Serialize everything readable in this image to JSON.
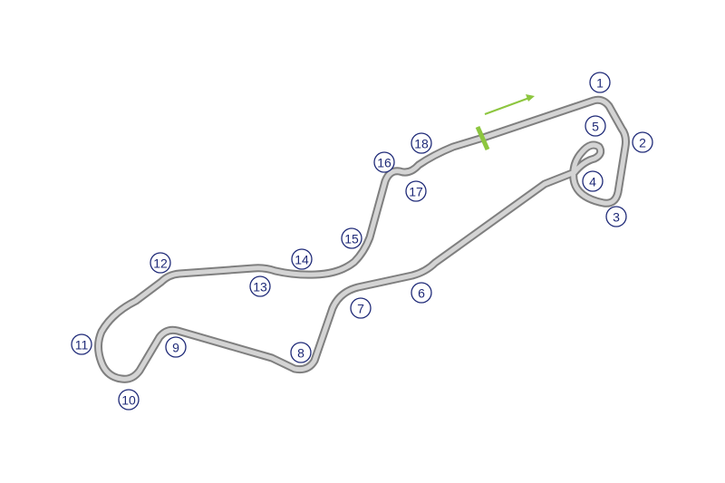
{
  "colors": {
    "track_outline": "#7f7f7f",
    "track_surface": "#d4d4d4",
    "start_finish_line": "#8dc63f",
    "direction_arrow": "#8dc63f",
    "turn_marker": "#1f2a78",
    "background": "#ffffff"
  },
  "map": {
    "start_finish": "start-finish-line",
    "direction": "clockwise",
    "turns": [
      {
        "id": "t1",
        "label": "1"
      },
      {
        "id": "t2",
        "label": "2"
      },
      {
        "id": "t3",
        "label": "3"
      },
      {
        "id": "t4",
        "label": "4"
      },
      {
        "id": "t5",
        "label": "5"
      },
      {
        "id": "t6",
        "label": "6"
      },
      {
        "id": "t7",
        "label": "7"
      },
      {
        "id": "t8",
        "label": "8"
      },
      {
        "id": "t9",
        "label": "9"
      },
      {
        "id": "t10",
        "label": "10"
      },
      {
        "id": "t11",
        "label": "11"
      },
      {
        "id": "t12",
        "label": "12"
      },
      {
        "id": "t13",
        "label": "13"
      },
      {
        "id": "t14",
        "label": "14"
      },
      {
        "id": "t15",
        "label": "15"
      },
      {
        "id": "t16",
        "label": "16"
      },
      {
        "id": "t17",
        "label": "17"
      },
      {
        "id": "t18",
        "label": "18"
      }
    ]
  }
}
